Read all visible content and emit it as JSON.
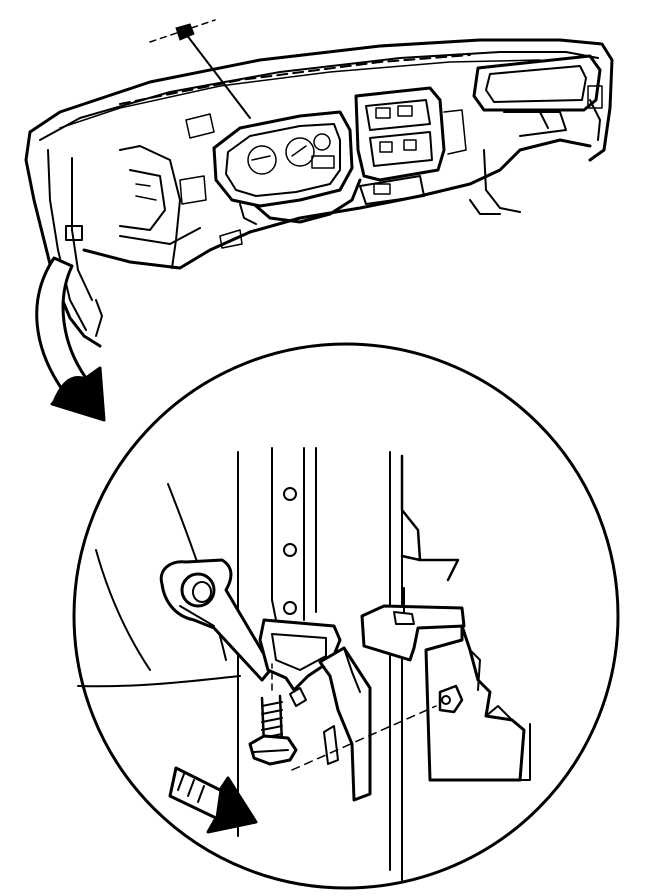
{
  "figure": {
    "kind": "technical-line-illustration",
    "ink_color": "#000000",
    "paper_color": "#ffffff",
    "parts": [
      {
        "name": "instrument-panel-assembly"
      },
      {
        "name": "detail-magnifier-circle"
      },
      {
        "name": "callout-arrow"
      },
      {
        "name": "mounting-bracket"
      },
      {
        "name": "hinge-pillar"
      },
      {
        "name": "bolt"
      },
      {
        "name": "direction-arrow"
      }
    ]
  }
}
